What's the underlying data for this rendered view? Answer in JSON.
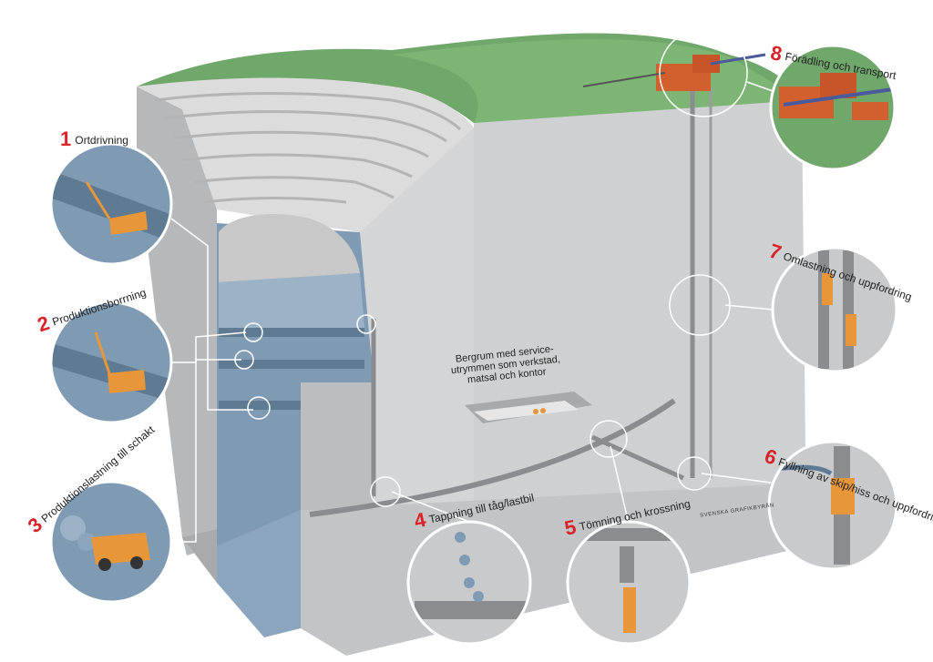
{
  "colors": {
    "accent_red": "#d8232a",
    "machine_orange": "#e8963a",
    "rock_grey": "#c9cacb",
    "ore_blue": "#7f9bb4",
    "grass_green": "#6fa86a"
  },
  "steps": [
    {
      "num": "1",
      "label": "Ortdrivning"
    },
    {
      "num": "2",
      "label": "Produktionsborrning"
    },
    {
      "num": "3",
      "label": "Produktionslastning till schakt"
    },
    {
      "num": "4",
      "label": "Tappning till tåg/lastbil"
    },
    {
      "num": "5",
      "label": "Tömning och krossning"
    },
    {
      "num": "6",
      "label": "Fyllning av skip/hiss och uppfordring"
    },
    {
      "num": "7",
      "label": "Omlastning och uppfordring"
    },
    {
      "num": "8",
      "label": "Förädling och transport"
    }
  ],
  "service_note": {
    "line1": "Bergrum med service-",
    "line2": "utrymmen som verkstad,",
    "line3": "matsal och kontor"
  },
  "credit": "SVENSKA GRAFIKBYRÅN"
}
